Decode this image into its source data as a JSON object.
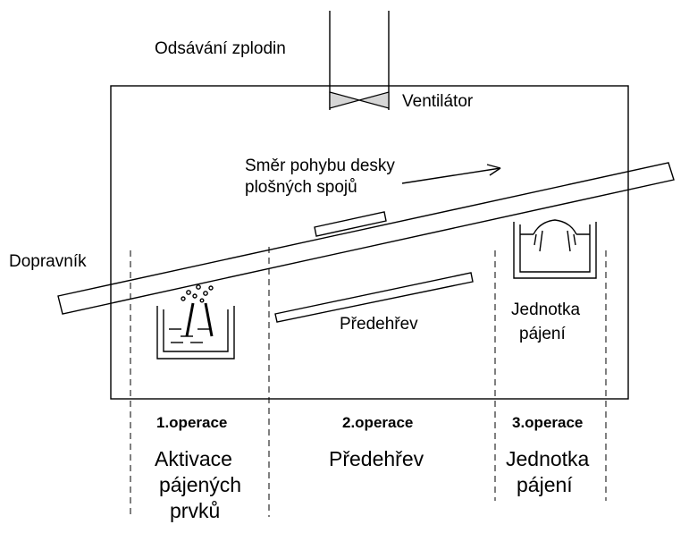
{
  "labels": {
    "exhaust": "Odsávání zplodin",
    "fan": "Ventilátor",
    "direction_line1": "Směr pohybu desky",
    "direction_line2": "plošných spojů",
    "conveyor": "Dopravník",
    "preheat_inner": "Předehřev",
    "solder_inner_line1": "Jednotka",
    "solder_inner_line2": "pájení"
  },
  "operations": [
    {
      "number": "1.operace",
      "name_lines": [
        "Aktivace",
        "pájených",
        "prvků"
      ]
    },
    {
      "number": "2.operace",
      "name_lines": [
        "Předehřev"
      ]
    },
    {
      "number": "3.operace",
      "name_lines": [
        "Jednotka",
        "pájení"
      ]
    }
  ]
}
